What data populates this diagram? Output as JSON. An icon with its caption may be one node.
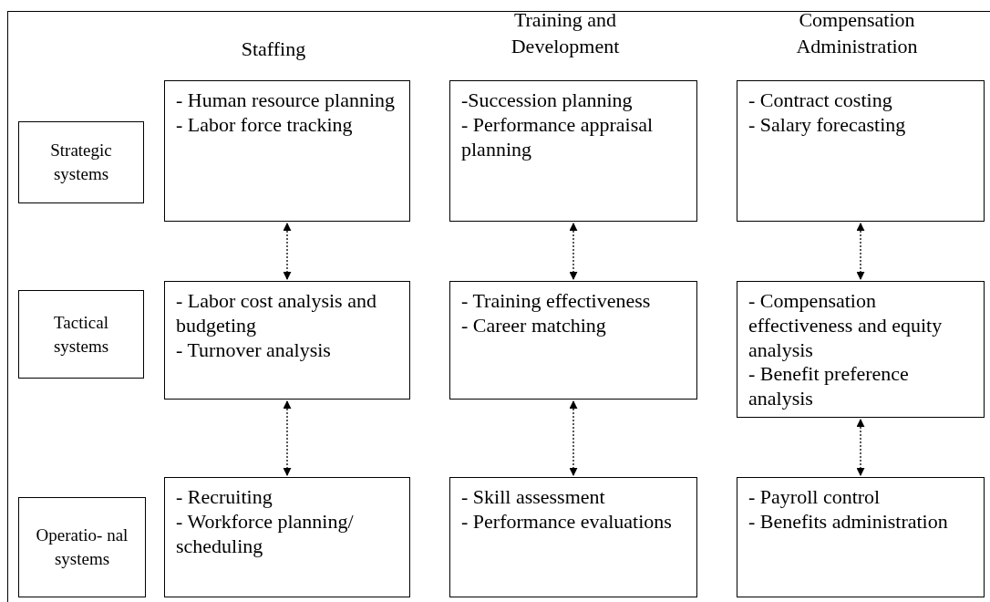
{
  "diagram": {
    "nodes": [
      {
        "text": [
          "Strategic systems"
        ]
      },
      {
        "text": [
          "- Human resource planning",
          "- Labor force tracking"
        ]
      },
      {
        "text": [
          "-Succession planning",
          "- Performance appraisal planning"
        ]
      },
      {
        "text": [
          "- Contract costing",
          "- Salary forecasting"
        ]
      },
      {
        "text": [
          "Tactical systems"
        ]
      },
      {
        "text": [
          "- Labor cost analysis and budgeting",
          "- Turnover analysis"
        ]
      },
      {
        "text": [
          "- Training effectiveness",
          "- Career matching"
        ]
      },
      {
        "text": [
          "- Compensation effectiveness and equity analysis",
          "- Benefit preference analysis"
        ]
      },
      {
        "text": [
          "Operatio- nal systems"
        ]
      },
      {
        "text": [
          "- Recruiting",
          "- Workforce planning/ scheduling"
        ]
      },
      {
        "text": [
          "- Skill assessment",
          "- Performance evaluations"
        ]
      },
      {
        "text": [
          "- Payroll control",
          "- Benefits administration"
        ]
      }
    ],
    "edges": [
      {
        "from": 1,
        "to": 5,
        "arrow": "both",
        "style": "dashed"
      },
      {
        "from": 2,
        "to": 6,
        "arrow": "both",
        "style": "dashed"
      },
      {
        "from": 3,
        "to": 7,
        "arrow": "both",
        "style": "dashed"
      },
      {
        "from": 5,
        "to": 9,
        "arrow": "both",
        "style": "dashed"
      },
      {
        "from": 6,
        "to": 10,
        "arrow": "both",
        "style": "dashed"
      },
      {
        "from": 7,
        "to": 11,
        "arrow": "both",
        "style": "dashed"
      }
    ],
    "labels": [
      "Training and Development",
      "Compensation Administration",
      "Staffing"
    ]
  }
}
